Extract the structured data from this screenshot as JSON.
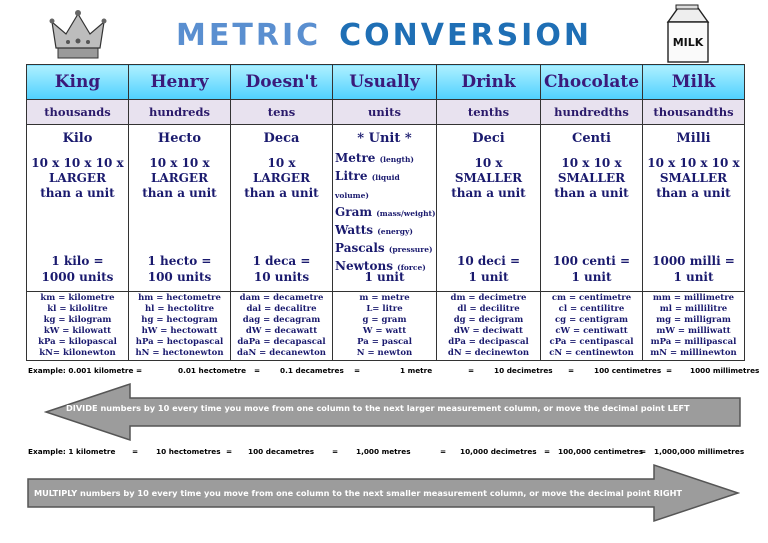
{
  "title": {
    "word1": "METRIC",
    "word2": "CONVERSION"
  },
  "columns": [
    {
      "header": "King",
      "unit": "thousands",
      "prefix": "Kilo",
      "mult": [
        "10 x 10 x 10 x",
        "LARGER",
        "than a unit"
      ],
      "eq": [
        "1 kilo =",
        "1000 units"
      ],
      "abbr": [
        "km = kilometre",
        "kl = kilolitre",
        "kg = kilogram",
        "kW = kilowatt",
        "kPa = kilopascal",
        "kN= kilonewton"
      ]
    },
    {
      "header": "Henry",
      "unit": "hundreds",
      "prefix": "Hecto",
      "mult": [
        "10 x 10 x",
        "LARGER",
        "than a unit"
      ],
      "eq": [
        "1 hecto =",
        "100 units"
      ],
      "abbr": [
        "hm = hectometre",
        "hl = hectolitre",
        "hg = hectogram",
        "hW = hectowatt",
        "hPa = hectopascal",
        "hN = hectonewton"
      ]
    },
    {
      "header": "Doesn't",
      "unit": "tens",
      "prefix": "Deca",
      "mult": [
        "10 x",
        "LARGER",
        "than a unit"
      ],
      "eq": [
        "1 deca =",
        "10 units"
      ],
      "abbr": [
        "dam = decametre",
        "dal = decalitre",
        "dag = decagram",
        "dW = decawatt",
        "daPa = decapascal",
        "daN = decanewton"
      ]
    },
    {
      "header": "Usually",
      "unit": "units",
      "prefix": "* Unit *",
      "eq": [
        "",
        "1 unit"
      ],
      "list": [
        {
          "name": "Metre",
          "note": "(length)"
        },
        {
          "name": "Litre",
          "note": "(liquid volume)"
        },
        {
          "name": "Gram",
          "note": "(mass/weight)"
        },
        {
          "name": "Watts",
          "note": "(energy)"
        },
        {
          "name": "Pascals",
          "note": "(pressure)"
        },
        {
          "name": "Newtons",
          "note": "(force)"
        }
      ],
      "abbr": [
        "m = metre",
        "L= litre",
        "g = gram",
        "W = watt",
        "Pa = pascal",
        "N = newton"
      ]
    },
    {
      "header": "Drink",
      "unit": "tenths",
      "prefix": "Deci",
      "mult": [
        "10 x",
        "SMALLER",
        "than a unit"
      ],
      "eq": [
        "10 deci =",
        "1 unit"
      ],
      "abbr": [
        "dm = decimetre",
        "dl = decilitre",
        "dg = decigram",
        "dW = deciwatt",
        "dPa = decipascal",
        "dN = decinewton"
      ]
    },
    {
      "header": "Chocolate",
      "unit": "hundredths",
      "prefix": "Centi",
      "mult": [
        "10 x 10 x",
        "SMALLER",
        "than a unit"
      ],
      "eq": [
        "100 centi =",
        "1 unit"
      ],
      "abbr": [
        "cm = centimetre",
        "cl = centilitre",
        "cg = centigram",
        "cW = centiwatt",
        "cPa = centipascal",
        "cN = centinewton"
      ]
    },
    {
      "header": "Milk",
      "unit": "thousandths",
      "prefix": "Milli",
      "mult": [
        "10 x 10 x 10 x",
        "SMALLER",
        "than a unit"
      ],
      "eq": [
        "1000 milli =",
        "1 unit"
      ],
      "abbr": [
        "mm = millimetre",
        "ml = millilitre",
        "mg = milligram",
        "mW = milliwatt",
        "mPa = millipascal",
        "mN = millinewton"
      ]
    }
  ],
  "example1": [
    "Example: 0.001 kilometre =",
    "0.01 hectometre",
    "=",
    "0.1 decametres",
    "=",
    "1 metre",
    "=",
    "10 decimetres",
    "=",
    "100  centimetres",
    "=",
    "1000 millimetres"
  ],
  "arrow1_text": "DIVIDE numbers by 10 every time you move from one column to the next larger measurement column, or move the decimal point LEFT",
  "example2": [
    "Example: 1 kilometre",
    "=",
    "10 hectometres",
    "=",
    "100 decametres",
    "=",
    "1,000 metres",
    "=",
    "10,000 decimetres",
    "=",
    "100,000  centimetres",
    "=",
    "1,000,000 millimetres"
  ],
  "arrow2_text": "MULTIPLY numbers by 10 every time you move from one column to the next smaller measurement column, or move the decimal point RIGHT",
  "icons": {
    "left": "crown-icon",
    "right": "milk-carton-icon"
  },
  "milk_label": "MILK"
}
